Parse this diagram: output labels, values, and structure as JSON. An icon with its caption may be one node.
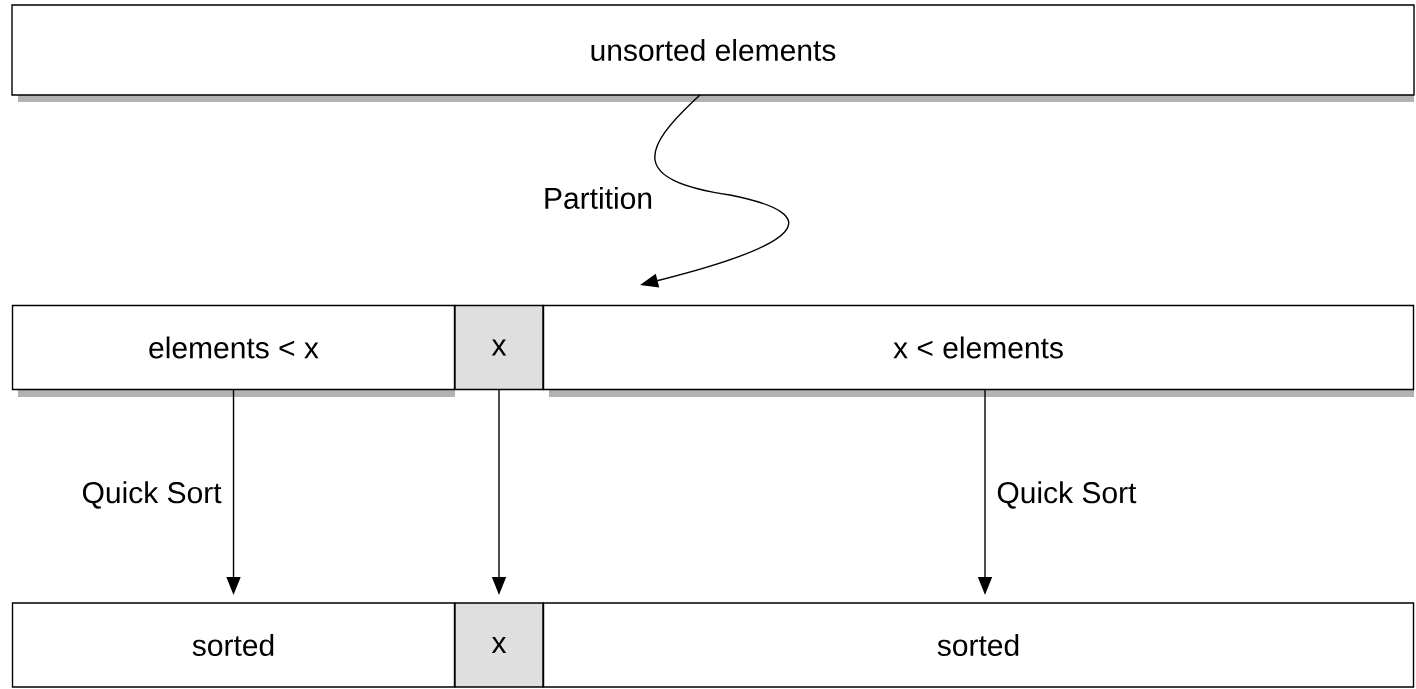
{
  "diagram": {
    "nodes": [
      {
        "text": [
          "unsorted elements"
        ]
      },
      {
        "text": [
          "elements < x"
        ]
      },
      {
        "text": [
          "x"
        ]
      },
      {
        "text": [
          "x < elements"
        ]
      },
      {
        "text": [
          "sorted"
        ]
      },
      {
        "text": [
          "x"
        ]
      },
      {
        "text": [
          "sorted"
        ]
      }
    ],
    "edges": [
      {
        "from": 0,
        "to": 3,
        "arrow": "to",
        "label": "Partition"
      },
      {
        "from": 1,
        "to": 4,
        "arrow": "to",
        "label": "Quick Sort"
      },
      {
        "from": 2,
        "to": 5,
        "arrow": "to"
      },
      {
        "from": 3,
        "to": 6,
        "arrow": "to",
        "label": "Quick Sort"
      }
    ]
  }
}
